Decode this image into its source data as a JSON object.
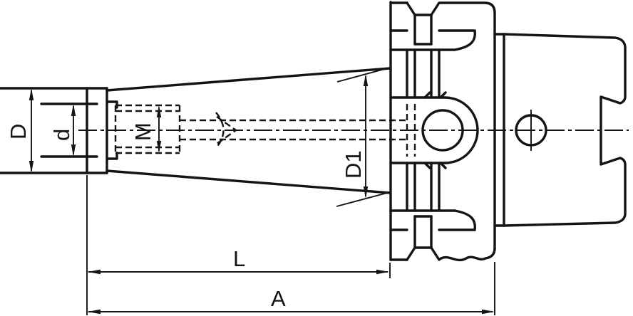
{
  "drawing": {
    "background_color": "#ffffff",
    "line_color": "#141414",
    "dimension_labels": {
      "D": "D",
      "d": "d",
      "M": "M",
      "D1": "D1",
      "L": "L",
      "A": "A"
    }
  }
}
